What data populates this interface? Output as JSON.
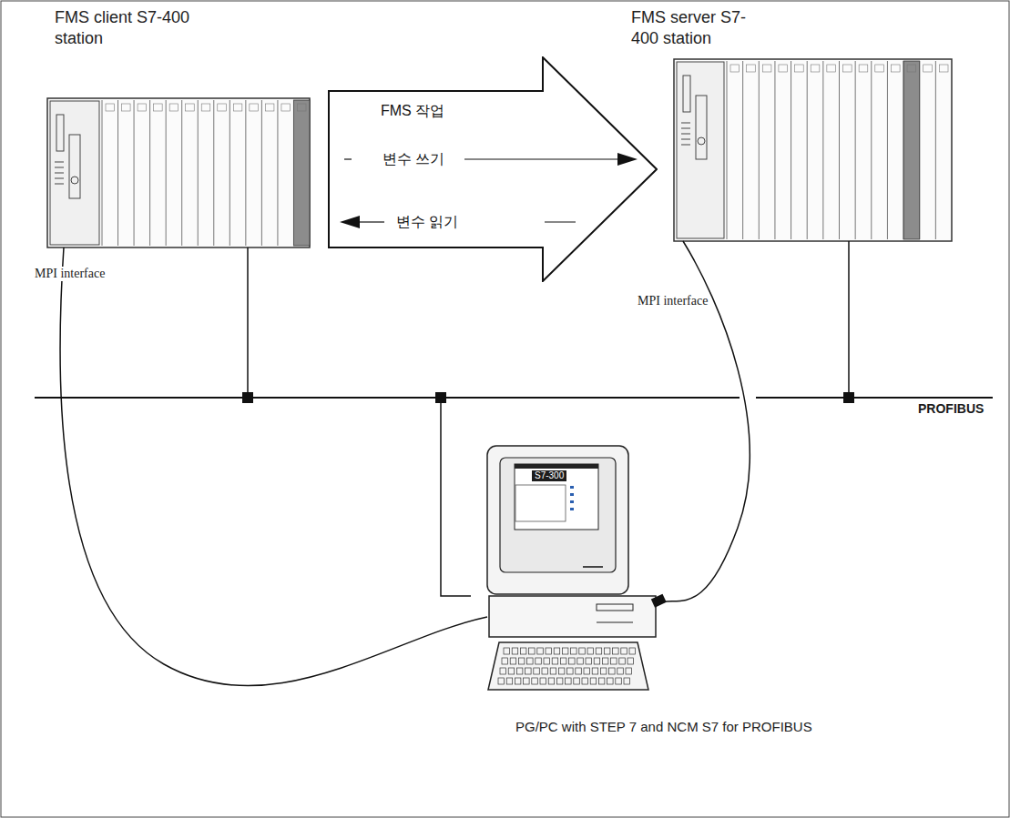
{
  "diagram": {
    "nodes": [
      {
        "text": [
          "FMS client S7-400 station"
        ]
      },
      {
        "text": [
          "FMS server S7-400 station"
        ]
      },
      {
        "text": [
          "PG/PC with STEP 7 and NCM S7 for PROFIBUS"
        ]
      },
      {
        "text": [
          "FMS 작업",
          "변수 쓰기",
          "변수 읽기"
        ]
      }
    ],
    "edges": [
      {
        "from": 0,
        "to": 2,
        "arrow": "none"
      },
      {
        "from": 1,
        "to": 2,
        "arrow": "none"
      }
    ],
    "labels": [
      "MPI interface",
      "MPI interface",
      "PROFIBUS",
      "S7-300"
    ]
  }
}
